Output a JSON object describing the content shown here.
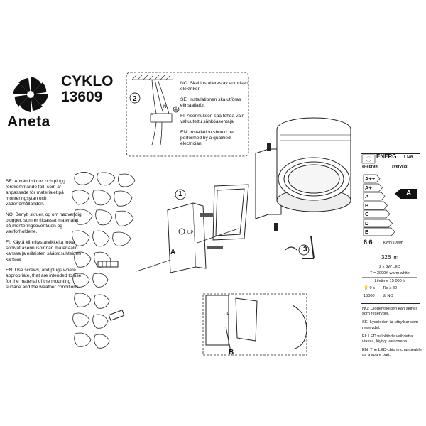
{
  "header": {
    "brand": "Aneta",
    "model_name": "CYKLO",
    "model_number": "13609"
  },
  "instructions": [
    "SE: Använd skruv, och plugg i förekommande fall, som är anpassade för materialet på monteringsytan och väderförhållanden.",
    "NO: Benytt skruer, og om nødvendig plugger, som er tilpasset materialet på monteringsoverflaten og værforholdene.",
    "FI: Käytä kiinnitystarvikkeita jotka sopivat asennuspinnan materiaalin kanssa ja erilaisten sääolosuhteiden kanssa.",
    "EN: Use screws, and plugs where appropriate, that are intended to use for the material of the mounting surface and the weather conditions."
  ],
  "electrician_notes": [
    "NO: Skal installeres av autorisert elektriker.",
    "SE: Installationen ska utföras elinstallatör.",
    "FI: Asennuksen saa tehdä vain valtuutettu sähköasentaja.",
    "EN: Installation should be performed by a qualified electrician."
  ],
  "steps": {
    "step1": "1",
    "step2": "2",
    "step3": "3"
  },
  "diagram_labels": {
    "bracket_a": "A",
    "bracket_b": "B",
    "up": "UP",
    "up_b": "UP",
    "wire_l": "L",
    "wire_n": "N"
  },
  "energy_label": {
    "header_left": "енергия",
    "header_mid": "ENERG",
    "header_right": "Y IJA",
    "header_sub": "εverγεια",
    "classes": [
      "A++",
      "A+",
      "A",
      "B",
      "C",
      "D",
      "E"
    ],
    "colors": [
      "#1a8f3a",
      "#5bb33a",
      "#c3d83a",
      "#f5e93a",
      "#f5b83a",
      "#ee7a2a",
      "#e0332a"
    ],
    "selected_class": "A",
    "consumption_value": "6,6",
    "consumption_unit": "kWh/1000h"
  },
  "specs": {
    "lumens": "326 lm",
    "led": "2 x 3W  LED",
    "color_temp": "T = 3000K warm white",
    "lifetime": "Lifetime  15 000 h",
    "warmup": "0 s",
    "cri": "Ra ≥ 80",
    "switch_cycles": "15000",
    "dimmable": "NO"
  },
  "replacement_notes": [
    "NO: Diodelyskilden kan skiftes som reservdel.",
    "SE: Lysdioden är utbytbar som reservdel.",
    "FI: LED valolähde vaihdetta viassa, löytyy varaosana.",
    "EN: The LED-chip is changeable as a spare part."
  ]
}
